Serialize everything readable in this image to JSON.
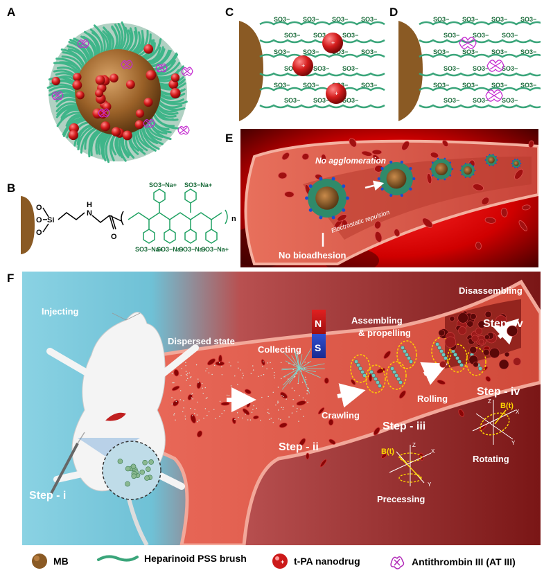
{
  "panel_letters": {
    "a": "A",
    "b": "B",
    "c": "C",
    "d": "D",
    "e": "E",
    "f": "F"
  },
  "charges": {
    "so3": "SO3−",
    "so3na": "SO3−Na+"
  },
  "chem": {
    "o": "O",
    "si": "Si",
    "n": "N",
    "h": "H",
    "n_sub": "n"
  },
  "panel_e": {
    "no_agglomeration": "No agglomeration",
    "electrostatic_repulsion": "Electrostatic repulsion",
    "no_bioadhesion": "No bioadhesion"
  },
  "panel_f": {
    "injecting": "Injecting",
    "dispersed_state": "Dispersed state",
    "collecting": "Collecting",
    "magnet_n": "N",
    "magnet_s": "S",
    "assembling": "Assembling",
    "propelling": "& propelling",
    "disassembling": "Disassembling",
    "crawling": "Crawling",
    "rolling": "Rolling",
    "step_i": "Step - i",
    "step_ii": "Step - ii",
    "step_iii": "Step - iii",
    "step_iv": "Step - iv",
    "step_v": "Step - v",
    "bt": "B(t)",
    "axis_x": "X",
    "axis_y": "Y",
    "axis_z": "Z",
    "precessing": "Precessing",
    "rotating": "Rotating"
  },
  "legend": {
    "mb": "MB",
    "pss": "Heparinoid PSS brush",
    "tpa": "t-PA nanodrug",
    "at3": "Antithrombin III (AT III)"
  },
  "colors": {
    "mb_brown": "#8a5a24",
    "brush_green": "#3aa57a",
    "nanodrug_red": "#cc1a1a",
    "at3_magenta": "#b12ab8",
    "label_green": "#1a6b3a",
    "label_yellow": "#ffd800"
  }
}
